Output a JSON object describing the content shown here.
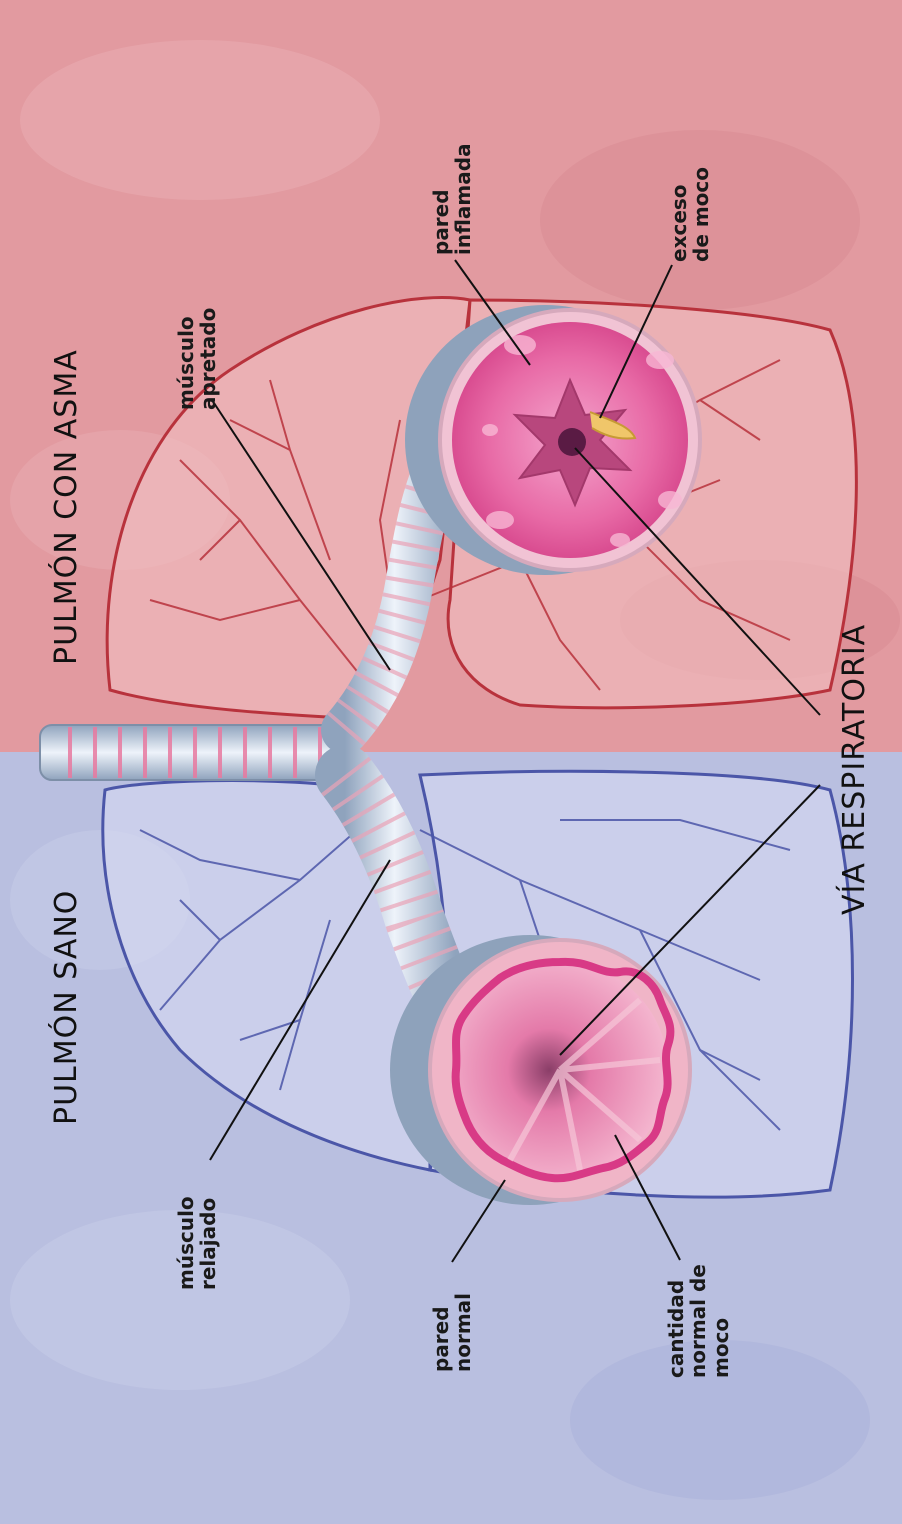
{
  "titles": {
    "asthma_lung": "PULMÓN CON ASMA",
    "healthy_lung": "PULMÓN SANO",
    "airway": "VÍA RESPIRATORIA"
  },
  "labels": {
    "tight_muscle": "músculo\napretado",
    "inflamed_wall": "pared\ninflamada",
    "excess_mucus": "exceso\nde moco",
    "relaxed_muscle": "músculo\nrelajado",
    "normal_wall": "pared\nnormal",
    "normal_mucus": "cantidad\nnormal de\nmoco"
  },
  "colors": {
    "asthma_bg": "#e29aa0",
    "healthy_bg": "#b9bfe0",
    "asthma_vessels": "#b8323c",
    "healthy_vessels": "#4b56a8",
    "airway_pink": "#e9579a",
    "airway_tube": "#c8d6e6"
  }
}
